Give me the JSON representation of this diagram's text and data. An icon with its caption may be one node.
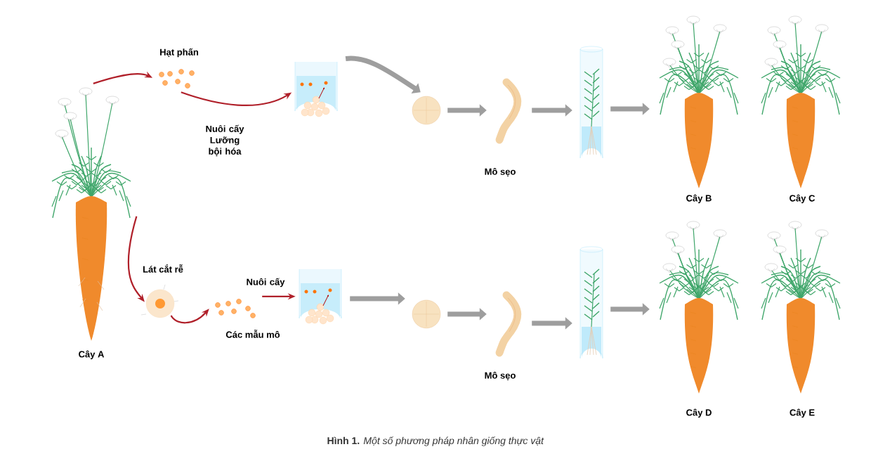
{
  "diagram": {
    "caption": "**Hình 1.** *Một số phương pháp nhân giống thực vật*",
    "nodes": [
      {
        "text": [],
        "shape": "picture",
        "beside": [
          "Cây A"
        ]
      },
      {
        "text": [],
        "shape": "picture",
        "beside": [
          "Hạt phấn"
        ]
      },
      {
        "text": [],
        "shape": "picture"
      },
      {
        "text": [],
        "shape": "circle"
      },
      {
        "text": [],
        "shape": "picture",
        "beside": [
          "Mô sẹo"
        ]
      },
      {
        "text": [],
        "shape": "picture"
      },
      {
        "text": [],
        "shape": "picture",
        "beside": [
          "Cây B"
        ]
      },
      {
        "text": [],
        "shape": "picture",
        "beside": [
          "Cây C"
        ]
      },
      {
        "text": [],
        "shape": "circle",
        "beside": [
          "Lát cắt rễ"
        ]
      },
      {
        "text": [],
        "shape": "picture",
        "beside": [
          "Các mẫu mô"
        ]
      },
      {
        "text": [],
        "shape": "picture"
      },
      {
        "text": [],
        "shape": "circle"
      },
      {
        "text": [],
        "shape": "picture",
        "beside": [
          "Mô sẹo"
        ]
      },
      {
        "text": [],
        "shape": "picture"
      },
      {
        "text": [],
        "shape": "picture",
        "beside": [
          "Cây D"
        ]
      },
      {
        "text": [],
        "shape": "picture",
        "beside": [
          "Cây E"
        ]
      }
    ],
    "edges": [
      {
        "from": 0,
        "to": 1,
        "arrow": "to",
        "color": "#b0202a"
      },
      {
        "from": 1,
        "to": 2,
        "arrow": "to",
        "color": "#b0202a",
        "label": "Nuôi cấy Lưỡng bội hóa"
      },
      {
        "from": 2,
        "to": 3,
        "arrow": "to"
      },
      {
        "from": 3,
        "to": 4,
        "arrow": "to"
      },
      {
        "from": 4,
        "to": 5,
        "arrow": "to"
      },
      {
        "from": 5,
        "to": 6,
        "arrow": "to"
      },
      {
        "from": 0,
        "to": 8,
        "arrow": "to",
        "color": "#b0202a"
      },
      {
        "from": 8,
        "to": 9,
        "arrow": "to",
        "color": "#b0202a"
      },
      {
        "from": 9,
        "to": 10,
        "arrow": "to",
        "color": "#b0202a",
        "label": "Nuôi cấy"
      },
      {
        "from": 10,
        "to": 11,
        "arrow": "to"
      },
      {
        "from": 11,
        "to": 12,
        "arrow": "to"
      },
      {
        "from": 12,
        "to": 13,
        "arrow": "to"
      },
      {
        "from": 13,
        "to": 14,
        "arrow": "to"
      }
    ]
  }
}
